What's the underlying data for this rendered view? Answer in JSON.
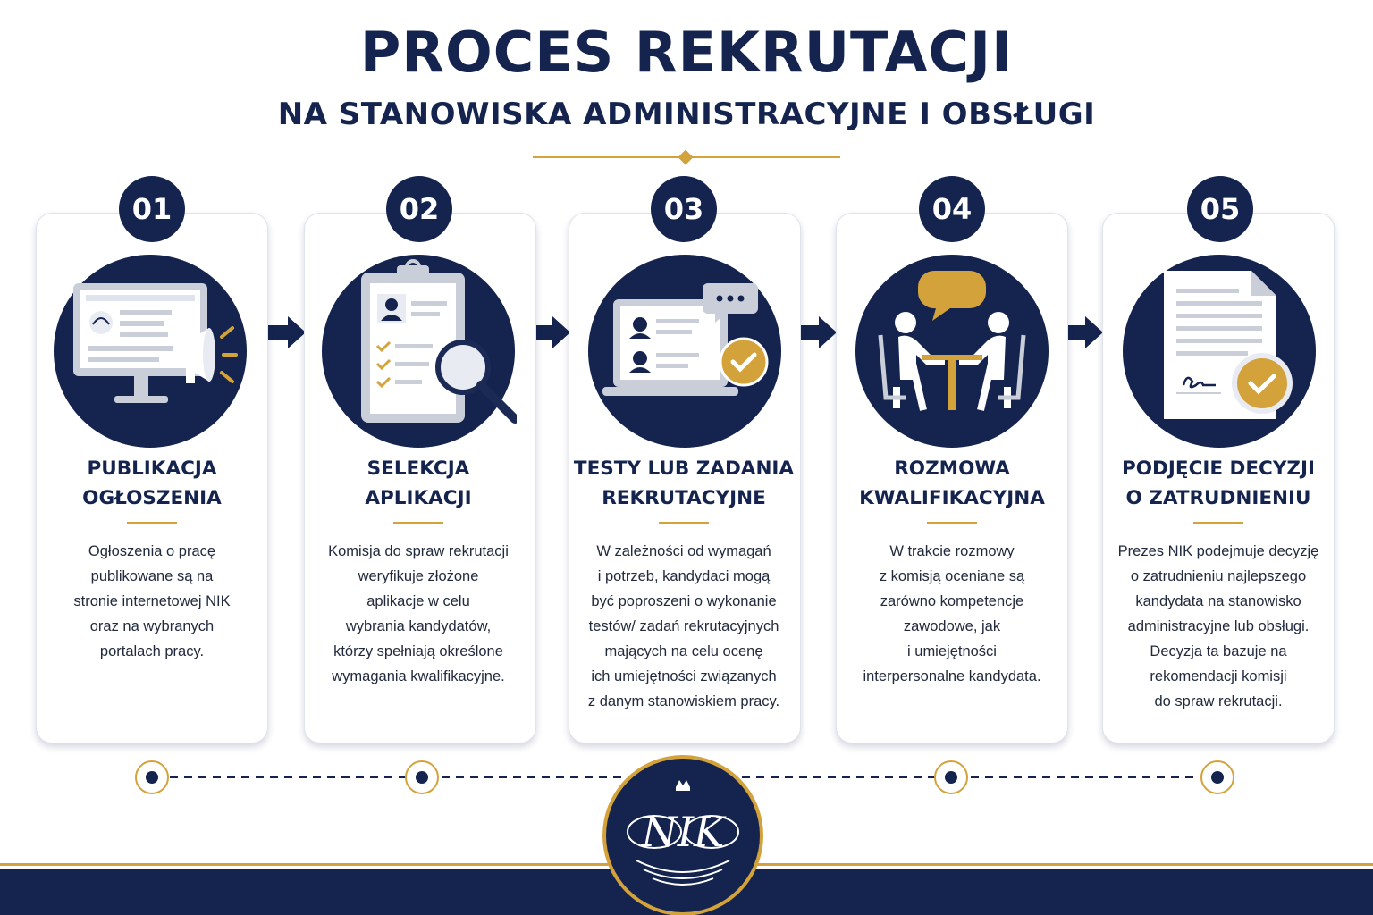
{
  "header": {
    "title": "PROCES REKRUTACJI",
    "subtitle": "NA STANOWISKA ADMINISTRACYJNE I OBSŁUGI"
  },
  "steps": [
    {
      "number": "01",
      "title_line1": "PUBLIKACJA",
      "title_line2": "OGŁOSZENIA",
      "icon": "monitor-megaphone-icon",
      "desc": [
        "Ogłoszenia o pracę",
        "publikowane są na",
        "stronie internetowej NIK",
        "oraz na wybranych",
        "portalach pracy."
      ]
    },
    {
      "number": "02",
      "title_line1": "SELEKCJA",
      "title_line2": "APLIKACJI",
      "icon": "clipboard-magnifier-icon",
      "desc": [
        "Komisja do spraw rekrutacji",
        "weryfikuje złożone",
        "aplikacje w celu",
        "wybrania kandydatów,",
        "którzy spełniają określone",
        "wymagania kwalifikacyjne."
      ]
    },
    {
      "number": "03",
      "title_line1": "TESTY LUB ZADANIA",
      "title_line2": "REKRUTACYJNE",
      "icon": "laptop-check-icon",
      "desc": [
        "W zależności od wymagań",
        "i potrzeb, kandydaci mogą",
        "być poproszeni o wykonanie",
        "testów/ zadań rekrutacyjnych",
        "mających na celu ocenę",
        "ich umiejętności związanych",
        "z danym stanowiskiem pracy."
      ]
    },
    {
      "number": "04",
      "title_line1": "ROZMOWA",
      "title_line2": "KWALIFIKACYJNA",
      "icon": "interview-table-icon",
      "desc": [
        "W trakcie rozmowy",
        "z komisją oceniane są",
        "zarówno kompetencje",
        "zawodowe, jak",
        "i umiejętności",
        "interpersonalne kandydata."
      ]
    },
    {
      "number": "05",
      "title_line1": "PODJĘCIE DECYZJI",
      "title_line2": "O ZATRUDNIENIU",
      "icon": "signed-document-check-icon",
      "desc": [
        "Prezes NIK podejmuje decyzję",
        "o zatrudnieniu najlepszego",
        "kandydata na stanowisko",
        "administracyjne lub obsługi.",
        "Decyzja ta bazuje na",
        "rekomendacji komisji",
        "do spraw rekrutacji."
      ]
    }
  ],
  "logo": {
    "text": "NIK",
    "icon": "nik-crown-logo-icon"
  },
  "colors": {
    "navy": "#14244f",
    "gold": "#d4a23a",
    "gray": "#dfe3ec"
  }
}
